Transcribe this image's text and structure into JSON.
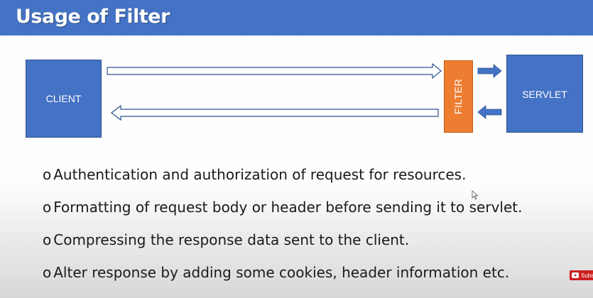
{
  "title": "Usage of Filter",
  "diagram": {
    "client_label": "CLIENT",
    "filter_label": "FILTER",
    "servlet_label": "SERVLET"
  },
  "bullets": [
    "Authentication and authorization of request for resources.",
    "Formatting of request body or header before sending it to servlet.",
    "Compressing the response data sent to the client.",
    "Alter response by adding some cookies, header information etc."
  ],
  "bullet_marker": "o",
  "overlay": {
    "subscribe_label": "Subs"
  },
  "colors": {
    "header": "#4472c4",
    "box_blue": "#4472c4",
    "filter_orange": "#ed7d31",
    "arrow_outline": "#2f528f",
    "subscribe_red": "#cc1e1e"
  }
}
